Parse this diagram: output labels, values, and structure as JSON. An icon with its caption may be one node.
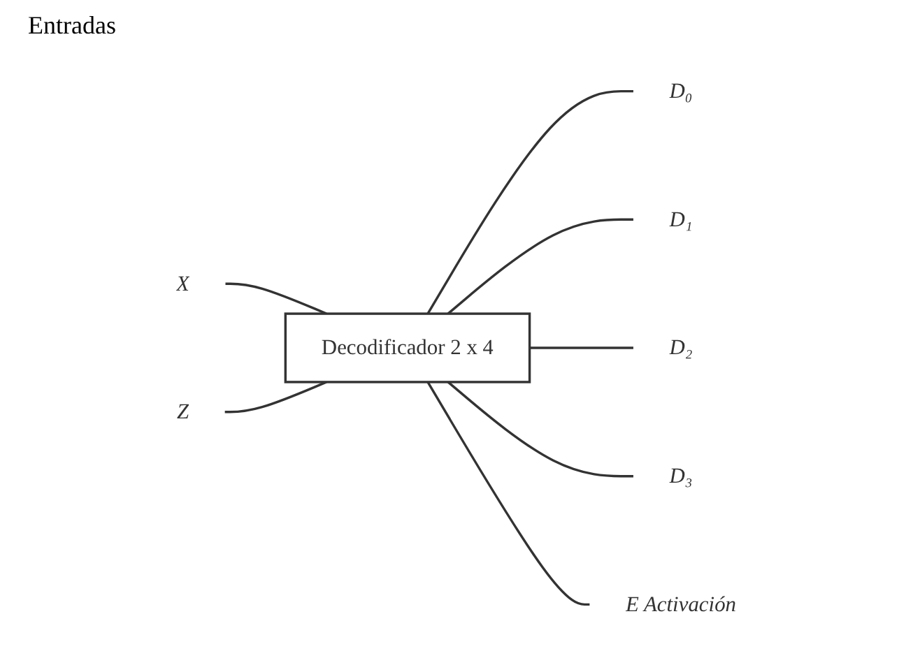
{
  "diagram": {
    "nodes": [
      {
        "text": [
          "Decodificador 2 x 4"
        ]
      },
      {
        "text": [
          "X"
        ]
      },
      {
        "text": [
          "Z"
        ]
      },
      {
        "text": [
          "D₀"
        ]
      },
      {
        "text": [
          "D₁"
        ]
      },
      {
        "text": [
          "D₂"
        ]
      },
      {
        "text": [
          "D₃"
        ]
      },
      {
        "text": [
          "E"
        ],
        "beside": [
          "Activación"
        ]
      }
    ],
    "edges": [
      {
        "from": 1,
        "to": 0,
        "arrow": "none"
      },
      {
        "from": 2,
        "to": 0,
        "arrow": "none"
      },
      {
        "from": 0,
        "to": 3,
        "arrow": "none"
      },
      {
        "from": 0,
        "to": 4,
        "arrow": "none"
      },
      {
        "from": 0,
        "to": 5,
        "arrow": "none"
      },
      {
        "from": 0,
        "to": 6,
        "arrow": "none"
      },
      {
        "from": 0,
        "to": 7,
        "arrow": "none"
      }
    ],
    "labels": [
      "Entradas"
    ]
  }
}
